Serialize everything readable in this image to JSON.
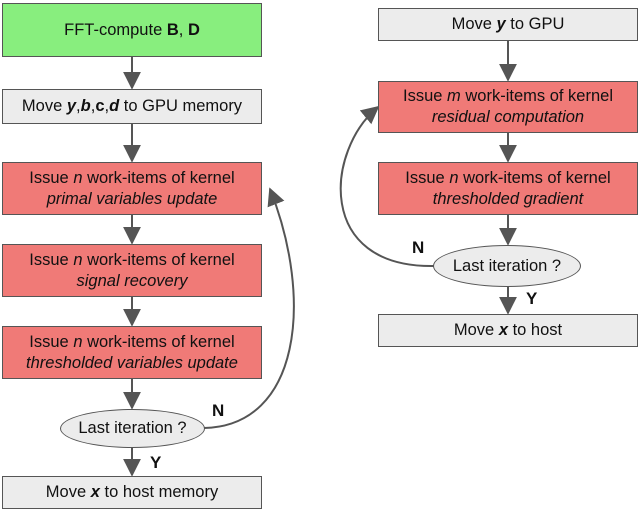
{
  "left": {
    "step1": {
      "pre": "FFT-compute ",
      "b1": "B",
      "sep": ", ",
      "b2": "D"
    },
    "step2": {
      "pre": "Move ",
      "v1": "y",
      "c1": ",",
      "v2": "b",
      "c2": ",",
      "v3": "c",
      "c3": ",",
      "v4": "d",
      "post": " to GPU memory"
    },
    "step3": {
      "pre": "Issue ",
      "n": "n",
      "post": " work-items of kernel",
      "kernel": "primal variables update"
    },
    "step4": {
      "pre": "Issue ",
      "n": "n",
      "post": " work-items of kernel",
      "kernel": "signal recovery"
    },
    "step5": {
      "pre": "Issue ",
      "n": "n",
      "post": " work-items of kernel",
      "kernel": "thresholded variables update"
    },
    "decision": "Last iteration ?",
    "no_label": "N",
    "yes_label": "Y",
    "step6": {
      "pre": "Move ",
      "v": "x",
      "post": " to host memory"
    }
  },
  "right": {
    "step1": {
      "pre": "Move ",
      "v": "y",
      "post": " to GPU"
    },
    "step2": {
      "pre": "Issue ",
      "m": "m",
      "post": " work-items of kernel",
      "kernel": "residual computation"
    },
    "step3": {
      "pre": "Issue ",
      "n": "n",
      "post": " work-items of kernel",
      "kernel": "thresholded gradient"
    },
    "decision": "Last iteration ?",
    "no_label": "N",
    "yes_label": "Y",
    "step4": {
      "pre": "Move ",
      "v": "x",
      "post": " to host"
    }
  },
  "colors": {
    "start": "#88ee7e",
    "transfer": "#ececec",
    "kernel": "#f07a77",
    "edge": "#555555"
  }
}
